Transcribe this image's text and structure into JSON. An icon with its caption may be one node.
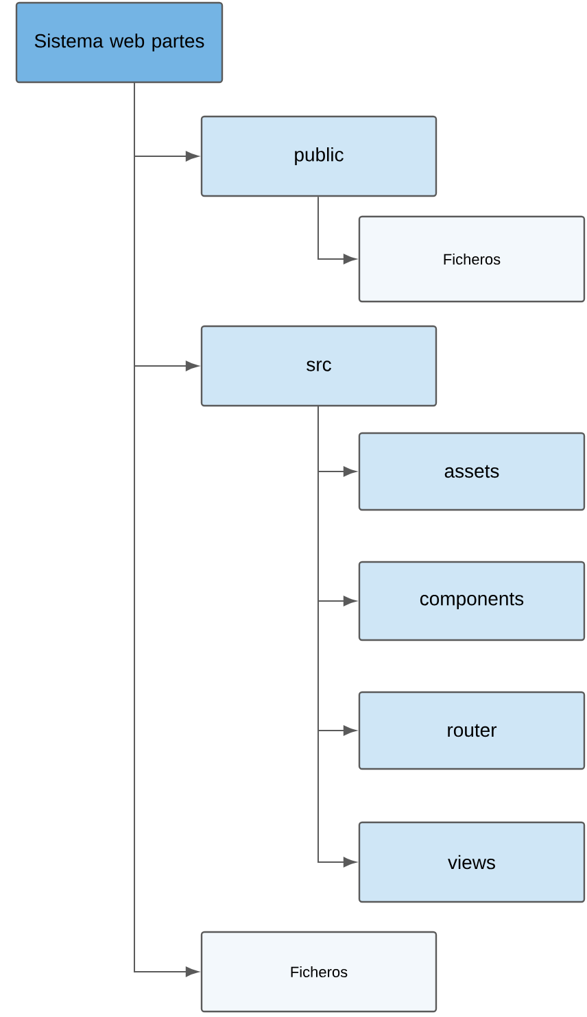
{
  "diagram": {
    "nodes": [
      {
        "text": [
          "Sistema web partes"
        ]
      },
      {
        "text": [
          "public"
        ]
      },
      {
        "text": [
          "Ficheros"
        ]
      },
      {
        "text": [
          "src"
        ]
      },
      {
        "text": [
          "assets"
        ]
      },
      {
        "text": [
          "components"
        ]
      },
      {
        "text": [
          "router"
        ]
      },
      {
        "text": [
          "views"
        ]
      },
      {
        "text": [
          "Ficheros"
        ]
      }
    ],
    "edges": [
      {
        "from": 0,
        "to": 1,
        "arrow": "to"
      },
      {
        "from": 1,
        "to": 2,
        "arrow": "to"
      },
      {
        "from": 0,
        "to": 3,
        "arrow": "to"
      },
      {
        "from": 3,
        "to": 4,
        "arrow": "to"
      },
      {
        "from": 3,
        "to": 5,
        "arrow": "to"
      },
      {
        "from": 3,
        "to": 6,
        "arrow": "to"
      },
      {
        "from": 3,
        "to": 7,
        "arrow": "to"
      },
      {
        "from": 0,
        "to": 8,
        "arrow": "to"
      }
    ]
  }
}
